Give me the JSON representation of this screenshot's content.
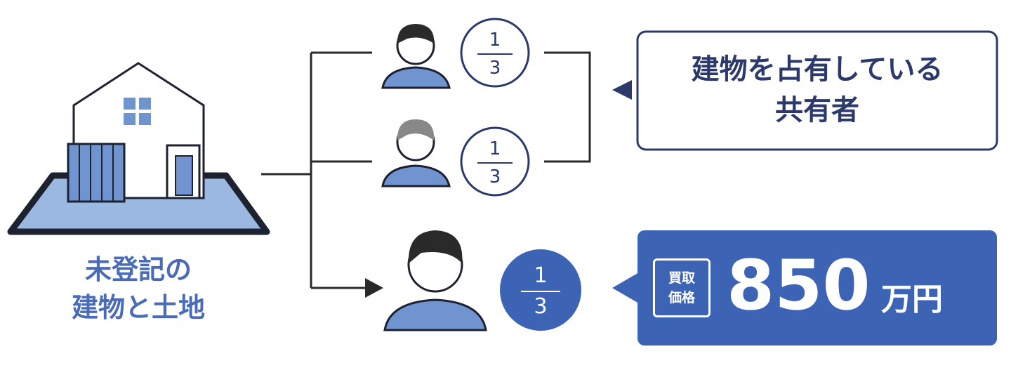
{
  "property": {
    "label_line1": "未登記の",
    "label_line2": "建物と土地"
  },
  "owners": [
    {
      "share_num": "1",
      "share_den": "3"
    },
    {
      "share_num": "1",
      "share_den": "3"
    },
    {
      "share_num": "1",
      "share_den": "3"
    }
  ],
  "occupant_callout": {
    "line1": "建物を占有している",
    "line2": "共有者"
  },
  "price_box": {
    "badge_line1": "買取",
    "badge_line2": "価格",
    "amount": "850",
    "unit": "万円"
  },
  "colors": {
    "navy": "#2c3a6b",
    "blue": "#3d63b5",
    "light_blue": "#9bb8e0"
  }
}
